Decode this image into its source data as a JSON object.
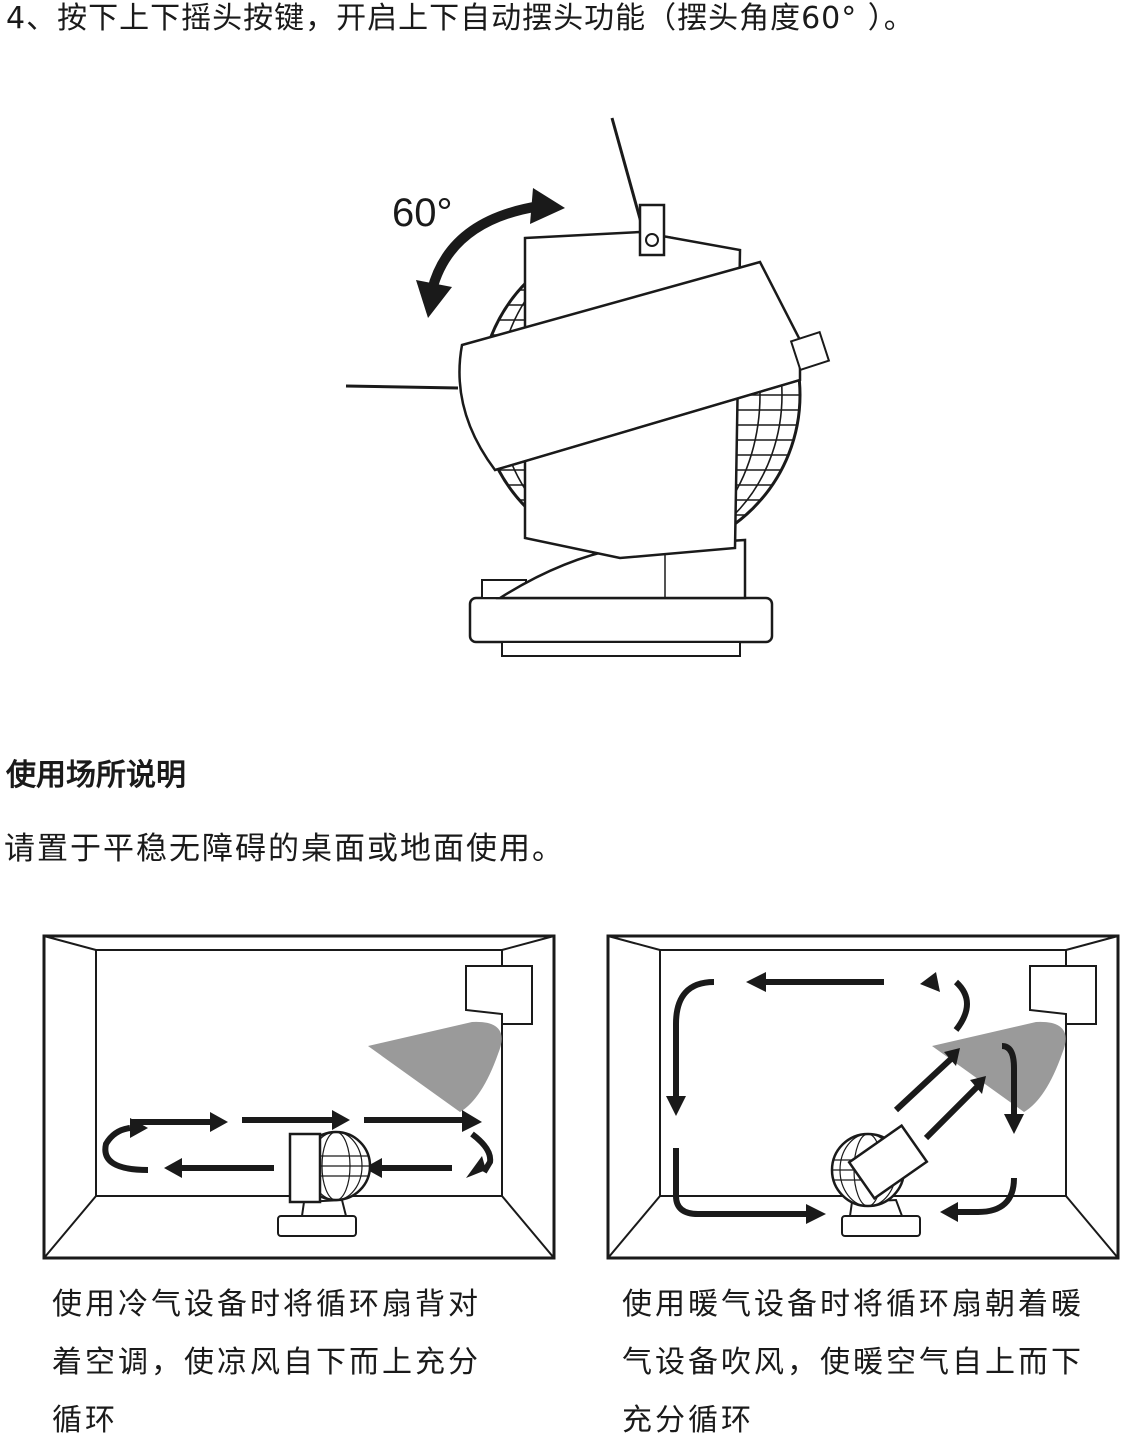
{
  "step4": {
    "text": "4、按下上下摇头按键，开启上下自动摆头功能（摆头角度60°  ）。"
  },
  "figure": {
    "angle_label": "60°"
  },
  "usage": {
    "title": "使用场所说明",
    "text": "请置于平稳无障碍的桌面或地面使用。"
  },
  "scenarios": [
    {
      "caption_lines": [
        "使用冷气设备时将循环扇背对",
        "着空调，使凉风自下而上充分",
        "循环"
      ]
    },
    {
      "caption_lines": [
        "使用暖气设备时将循环扇朝着暖",
        "气设备吹风，使暖空气自上而下",
        "充分循环"
      ]
    }
  ],
  "colors": {
    "ink": "#1a1a1a",
    "airflow_gray": "#9a9a9a"
  }
}
